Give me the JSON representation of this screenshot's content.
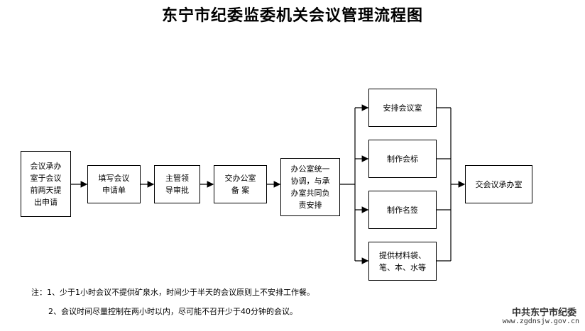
{
  "title": "东宁市纪委监委机关会议管理流程图",
  "steps": [
    "会议承办\n室于会议\n前两天提\n出申请",
    "填写会议\n申请单",
    "主管领\n导审批",
    "交办公室\n备  案",
    "办公室统一\n协调，与承\n办室共同负\n责安排"
  ],
  "branches": [
    "安排会议室",
    "制作会标",
    "制作名签",
    "提供材料袋、\n笔、本、水等"
  ],
  "final_step": "交会议承办室",
  "notes": [
    "注：1、少于1小时会议不提供矿泉水，时间少于半天的会议原则上不安排工作餐。",
    "2、会议时间尽量控制在两小时以内，尽可能不召开少于40分钟的会议。"
  ],
  "footer": {
    "org": "中共东宁市纪委",
    "url": "www.zgdnsjw.gov.cn"
  }
}
